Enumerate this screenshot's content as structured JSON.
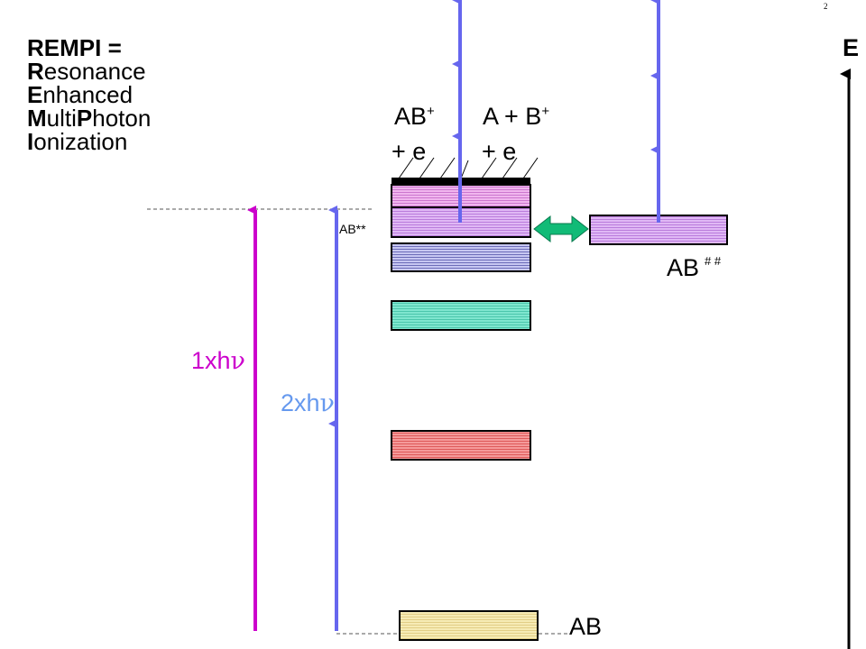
{
  "page_number": "2",
  "title": {
    "line1": "REMPI =",
    "lines": [
      {
        "bold": "R",
        "rest": "esonance"
      },
      {
        "bold": "E",
        "rest": "nhanced"
      },
      {
        "bold": "M",
        "rest": "ulti"
      },
      {
        "bold": "I",
        "rest": "onization"
      }
    ],
    "photon_bold": "P",
    "photon_rest": "hoton"
  },
  "energy_axis_label": "E",
  "labels": {
    "ab_ion_main": "AB",
    "ab_ion_sup": "+",
    "ab_ion_electron": "+ e",
    "fragment_main": "A + B",
    "fragment_sup": "+",
    "fragment_electron": "+ e",
    "ab_doublestar": "AB**",
    "ab_hash_main": "AB",
    "ab_hash_sup": "# #",
    "ab_ground": "AB",
    "one_photon_prefix": "1xh",
    "one_photon_symbol": "ν",
    "two_photon_prefix": "2xh",
    "two_photon_symbol": "ν"
  },
  "colors": {
    "magenta_arrow": "#cc00cc",
    "magenta_text": "#cc00cc",
    "blue_arrow": "#6666ee",
    "blue_text": "#6699ee",
    "level_violet": "#d9a6f2",
    "level_pinkviolet": "#e7a3ea",
    "level_navy": "#b7b7ea",
    "level_teal": "#66ddc3",
    "level_red": "#ee7777",
    "level_ground": "#f2e6a6",
    "coupling_arrow": "#11bb77"
  }
}
